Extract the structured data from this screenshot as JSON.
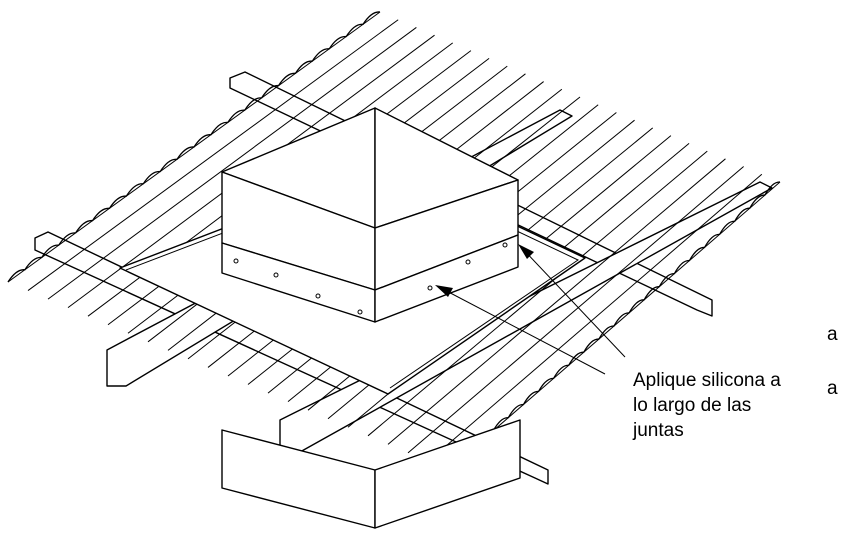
{
  "callout": {
    "lines": [
      "Aplique silicona a",
      "lo largo de las",
      "juntas"
    ]
  },
  "edge_fragments": {
    "a": "a",
    "b": "a"
  }
}
